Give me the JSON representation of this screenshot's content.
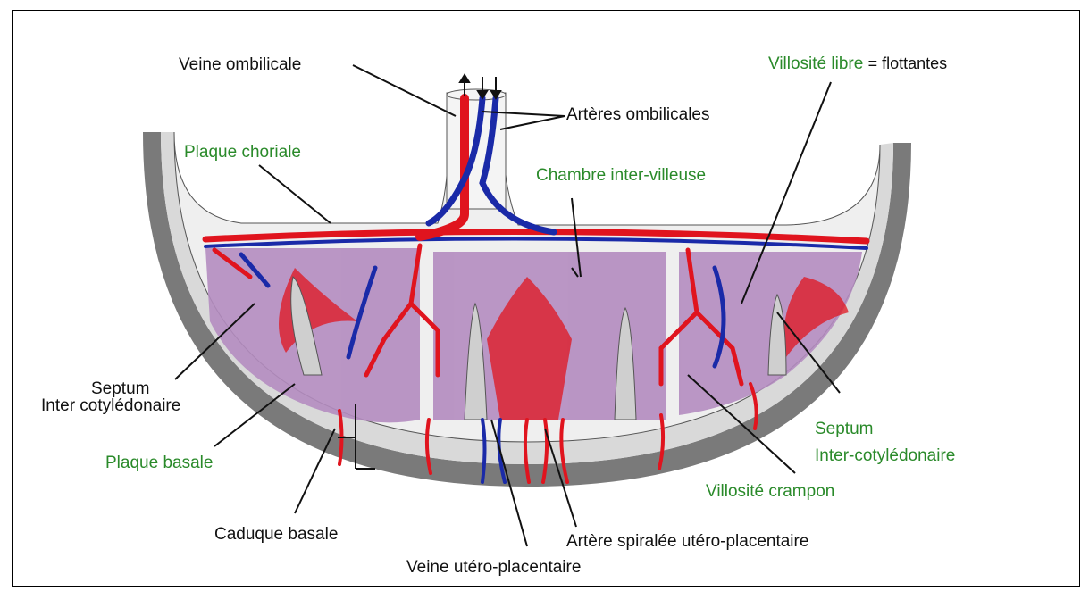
{
  "labels": {
    "veine_ombilicale": "Veine ombilicale",
    "arteres_ombilicales": "Artères ombilicales",
    "villosite_libre": "Villosité libre",
    "villosite_libre_suffix": "= flottantes",
    "plaque_choriale": "Plaque choriale",
    "chambre_inter_villeuse": "Chambre inter-villeuse",
    "septum_left_line1": "Septum",
    "septum_left_line2": "Inter cotylédonaire",
    "plaque_basale": "Plaque basale",
    "caduque_basale": "Caduque basale",
    "veine_utero_placentaire": "Veine utéro-placentaire",
    "artere_spiralee": "Artère spiralée utéro-placentaire",
    "villosite_crampon": "Villosité crampon",
    "septum_right_line1": "Septum",
    "septum_right_line2": "Inter-cotylédonaire"
  },
  "colors": {
    "label_green": "#2a8a2a",
    "label_black": "#111111",
    "artery_red": "#e0141e",
    "vein_blue": "#1a2aa8",
    "intervillous_purple": "#b48cc0",
    "plate_grey": "#8a8a8a"
  }
}
